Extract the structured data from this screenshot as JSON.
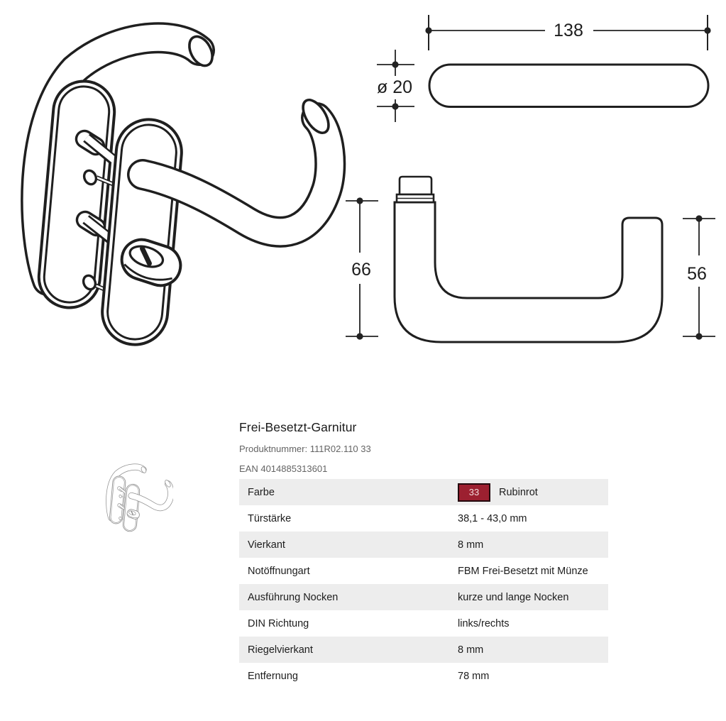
{
  "product": {
    "title": "Frei-Besetzt-Garnitur",
    "product_number": "Produktnummer: 111R02.110 33",
    "ean": "EAN 4014885313601",
    "badge_color": "#9c2030",
    "specs": [
      {
        "label": "Farbe",
        "badge": "33",
        "value": "Rubinrot"
      },
      {
        "label": "Türstärke",
        "value": "38,1 - 43,0 mm"
      },
      {
        "label": "Vierkant",
        "value": "8 mm"
      },
      {
        "label": "Notöffnungart",
        "value": "FBM Frei-Besetzt mit Münze"
      },
      {
        "label": "Ausführung Nocken",
        "value": "kurze und lange Nocken"
      },
      {
        "label": "DIN Richtung",
        "value": "links/rechts"
      },
      {
        "label": "Riegelvierkant",
        "value": "8 mm"
      },
      {
        "label": "Entfernung",
        "value": "78 mm"
      }
    ]
  },
  "dimensions": {
    "length": "138",
    "diameter": "ø 20",
    "grip_height": "66",
    "end_height": "56"
  },
  "drawing_colors": {
    "line": "#1f1f1f",
    "thumbnail_line": "#8f8f8f"
  }
}
